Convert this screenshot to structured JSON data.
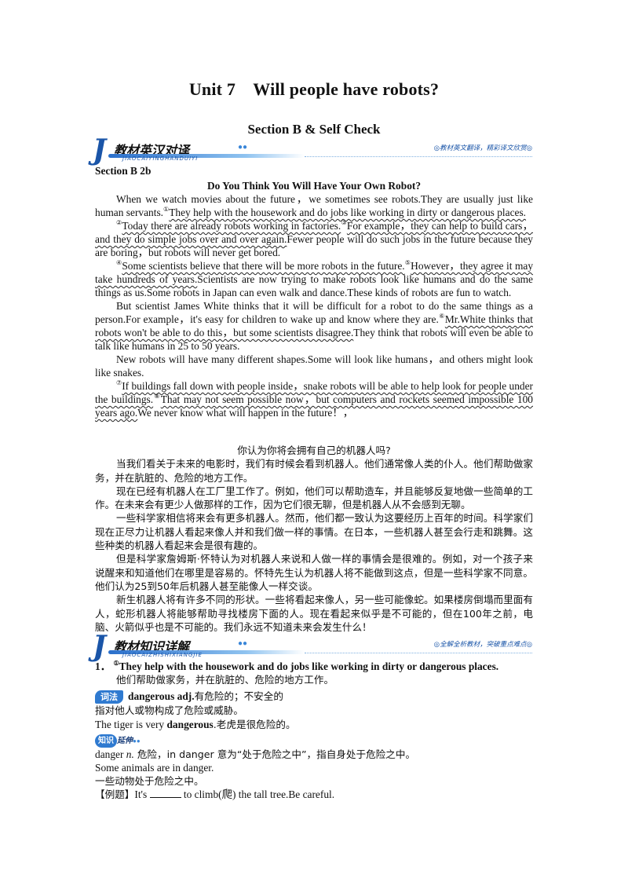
{
  "header": {
    "title": "Unit 7　Will people have robots?",
    "subtitle": "Section B & Self Check"
  },
  "banner1": {
    "letter": "J",
    "text": "教材英汉对译",
    "pinyin": "JIAOCAIYINGHANDUIYI",
    "note": "◎教材英文翻译，精彩译文欣赏◎"
  },
  "banner2": {
    "letter": "J",
    "text": "教材知识详解",
    "pinyin": "JIAOCAIZHISHIXIANGJIE",
    "note": "◎全解全析教材，突破重点难点◎"
  },
  "passage": {
    "section_label": "Section B 2b",
    "title": "Do You Think You Will Have Your Own Robot?",
    "p1_a": "When we watch movies about the future，we sometimes see robots.They are usually just like human servants.",
    "m1": "①",
    "p1_u1": "They help with the housework and do jobs like working in dirty or dangerous places.",
    "m2": "②",
    "p2_u1": "Today there are already robots working in factories.",
    "m3": "③",
    "p2_u2": "For example，they can help to build cars，and they do simple jobs over and over again.",
    "p2_b": "Fewer people will do such jobs in the future because they are boring，but robots will never get bored.",
    "m4": "④",
    "p3_u1": "Some scientists believe that there will be more robots in the future.",
    "m5": "⑤",
    "p3_u2": "However，they agree it may take hundreds of years.",
    "p3_b": "Scientists are now trying to make robots look like humans and do the same things as us.Some robots in Japan can even walk and dance.These kinds of robots are fun to watch.",
    "p4_a": "But scientist James White thinks that it will be difficult for a robot to do the same things as a person.For example，it's easy for children to wake up and know where they are.",
    "m6": "⑥",
    "p4_u1": "Mr.White thinks that robots won't be able to do this，but some scientists disagree.",
    "p4_b": "They think that robots will even be able to talk like humans in 25 to 50 years.",
    "p5": "New robots will have many different shapes.Some will look like humans，and others might look like snakes.",
    "m7": "⑦",
    "p6_u1": "If buildings fall down with people inside，snake robots will be able to help look for people under the buildings.",
    "m8": "⑧",
    "p6_u2": "That may not seem possible now，but computers and rockets seemed impossible 100 years ago.",
    "p6_b": "We never know what will happen in the future！，"
  },
  "translation": {
    "title": "你认为你将会拥有自己的机器人吗?",
    "p1": "当我们看关于未来的电影时，我们有时候会看到机器人。他们通常像人类的仆人。他们帮助做家务，并在肮脏的、危险的地方工作。",
    "p2": "现在已经有机器人在工厂里工作了。例如，他们可以帮助造车，并且能够反复地做一些简单的工作。在未来会有更少人做那样的工作，因为它们很无聊，但是机器人从不会感到无聊。",
    "p3": "一些科学家相信将来会有更多机器人。然而，他们都一致认为这要经历上百年的时间。科学家们现在正尽力让机器人看起来像人并和我们做一样的事情。在日本，一些机器人甚至会行走和跳舞。这些种类的机器人看起来会是很有趣的。",
    "p4": "但是科学家詹姆斯·怀特认为对机器人来说和人做一样的事情会是很难的。例如，对一个孩子来说醒来和知道他们在哪里是容易的。怀特先生认为机器人将不能做到这点，但是一些科学家不同意。他们认为25到50年后机器人甚至能像人一样交谈。",
    "p5": "新生机器人将有许多不同的形状。一些将看起来像人，另一些可能像蛇。如果楼房倒塌而里面有人，蛇形机器人将能够帮助寻找楼房下面的人。现在看起来似乎是不可能的，但在100年之前，电脑、火箭似乎也是不可能的。我们永远不知道未来会发生什么！"
  },
  "knowledge": {
    "num": "1．",
    "mark": "①",
    "sentence": "They help with the housework and do jobs like working in dirty or dangerous places.",
    "sentence_zh": "他们帮助做家务，并在肮脏的、危险的地方工作。",
    "tag_word": "词法",
    "word": "dangerous adj.",
    "word_meaning": "有危险的；不安全的",
    "word_desc": "指对他人或物构成了危险或威胁。",
    "ex_a": "The tiger is very ",
    "ex_bold": "dangerous",
    "ex_b": ".老虎是很危险的。",
    "tag_ext": "知识",
    "tag_ext_suffix": "延伸",
    "ext_word": "danger ",
    "ext_pos": "n.",
    "ext_desc": " 危险，in danger 意为“处于危险之中”，指自身处于危险之中。",
    "ext_ex": "Some animals are in danger.",
    "ext_ex_zh": "一些动物处于危险之中。",
    "q_label": "【例题】",
    "q_a": "It's ",
    "q_b": " to climb(爬) the tall tree.Be careful."
  }
}
